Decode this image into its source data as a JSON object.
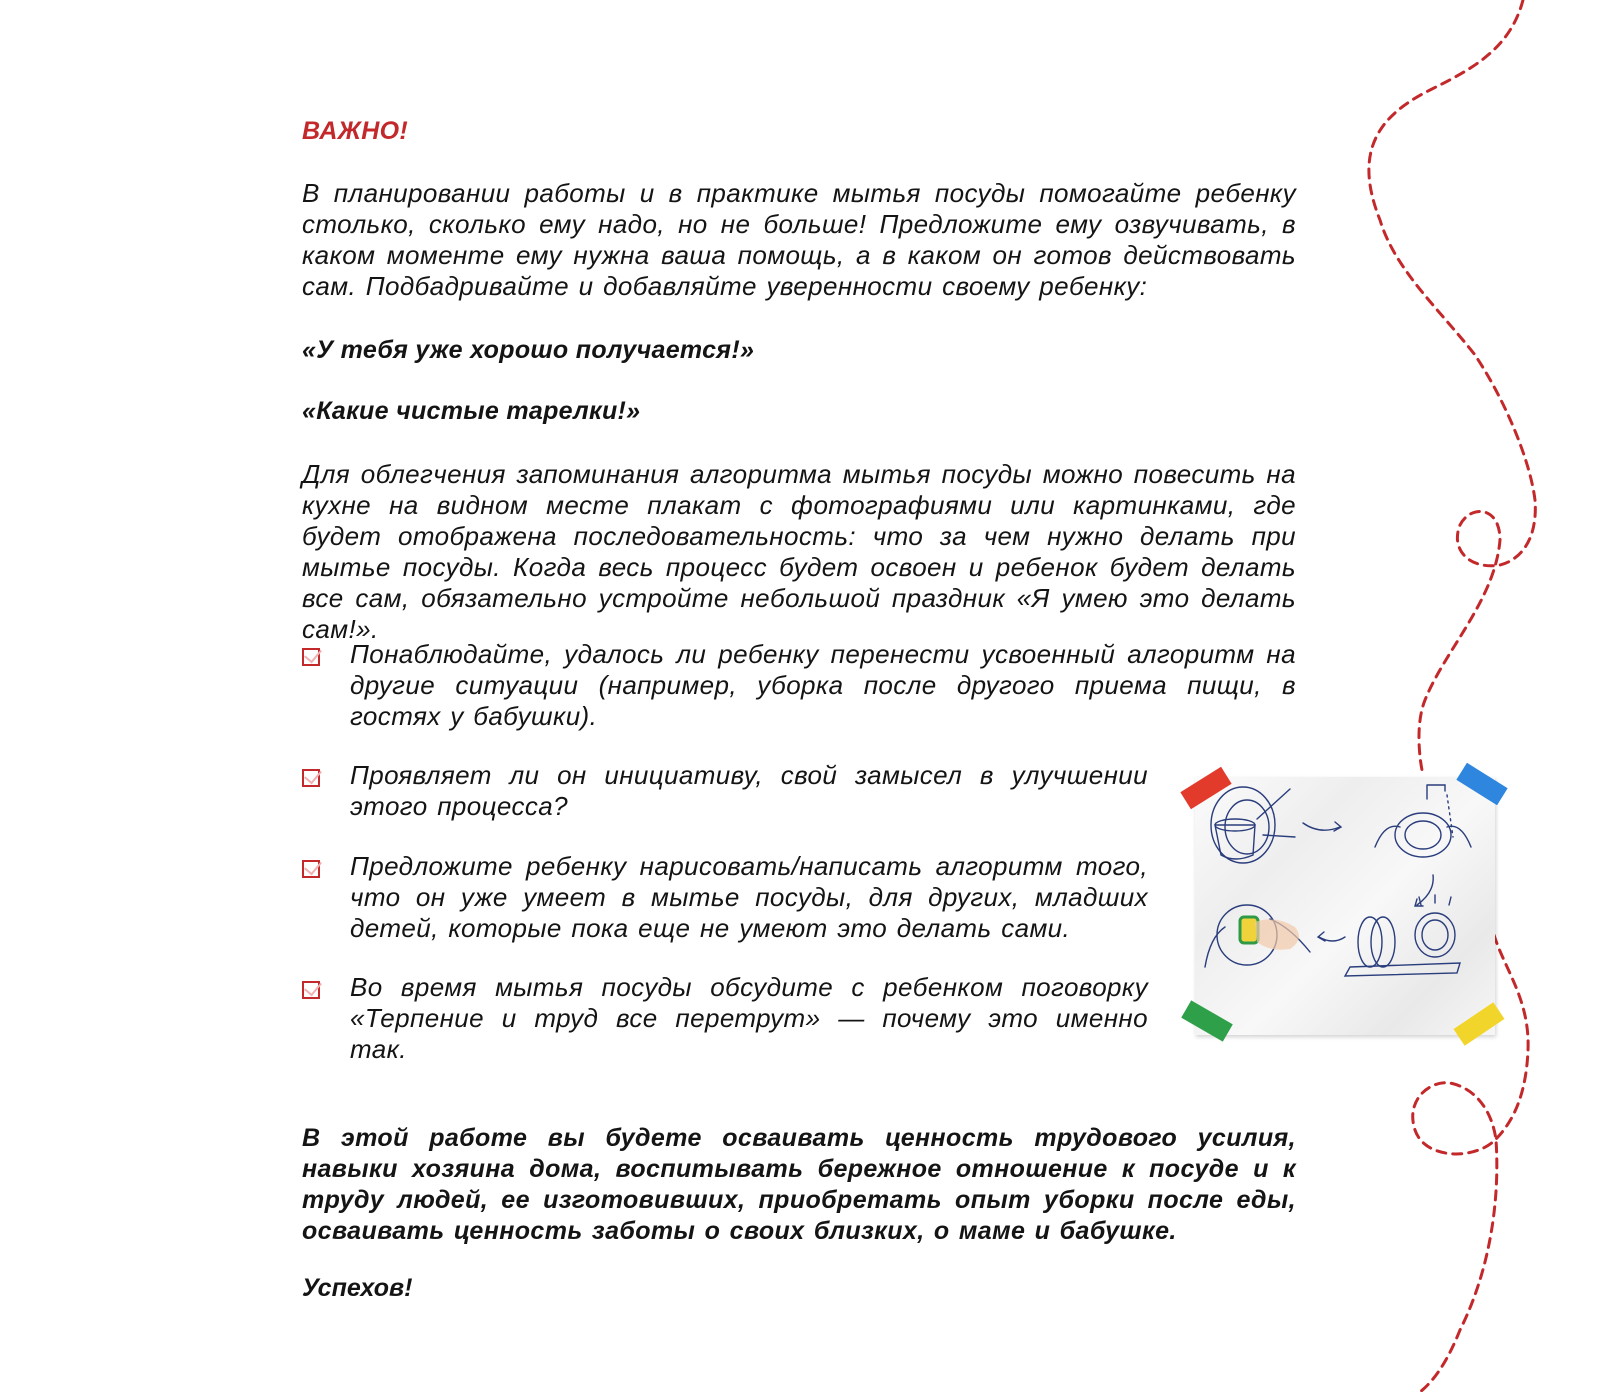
{
  "colors": {
    "accent": "#c3282a",
    "text": "#141414",
    "sketch": "#2a3d7c"
  },
  "heading": "ВАЖНО!",
  "intro_paragraph": "В планировании работы и в практике мытья посуды помогайте ребенку столько, сколько ему надо, но не больше! Предложите ему озвучивать, в каком моменте ему нужна ваша помощь, а в каком он готов действовать сам. Подбадривайте и добавляйте уверенности своему ребенку:",
  "quotes": [
    "«У тебя уже хорошо получается!»",
    "«Какие чистые тарелки!»"
  ],
  "algorithm_paragraph": "Для облегчения запоминания алгоритма мытья посуды можно повесить на кухне на видном месте плакат с фотографиями или картинками, где будет отображена последовательность: что за чем нужно делать при мытье посуды. Когда весь процесс будет освоен и ребенок будет делать все сам, обязательно устройте небольшой праздник «Я умею это делать сам!».",
  "checklist": [
    {
      "text": "Понаблюдайте, удалось ли ребенку перенести усвоенный алгоритм на другие ситуации (например, уборка после другого приема пищи, в гостях у бабушки).",
      "icon": "checkbox-checked-icon"
    },
    {
      "text": "Проявляет ли он инициативу, свой замысел в улучшении этого процесса?",
      "icon": "checkbox-checked-icon"
    },
    {
      "text": "Предложите ребенку нарисовать/написать алгоритм того, что он уже умеет в мытье посуды, для других, младших детей, которые пока еще не умеют это делать сами.",
      "icon": "checkbox-checked-icon"
    },
    {
      "text": "Во время мытья посуды обсудите с ребенком поговорку «Терпение и труд все перетрут» — почему это именно так.",
      "icon": "checkbox-checked-icon"
    }
  ],
  "poster": {
    "steps": [
      "dirty-dishes",
      "rinse-under-tap",
      "scrub-with-sponge",
      "dry-on-rack"
    ],
    "tapes": [
      "red",
      "blue",
      "green",
      "yellow"
    ]
  },
  "conclusion": "В этой работе вы будете осваивать ценность трудового усилия, навыки хозяина дома, воспитывать бережное отношение к посуде и к труду людей, ее изготовивших, приобретать опыт уборки после еды, осваивать ценность заботы о своих близких, о маме и бабушке.",
  "closing": "Успехов!"
}
